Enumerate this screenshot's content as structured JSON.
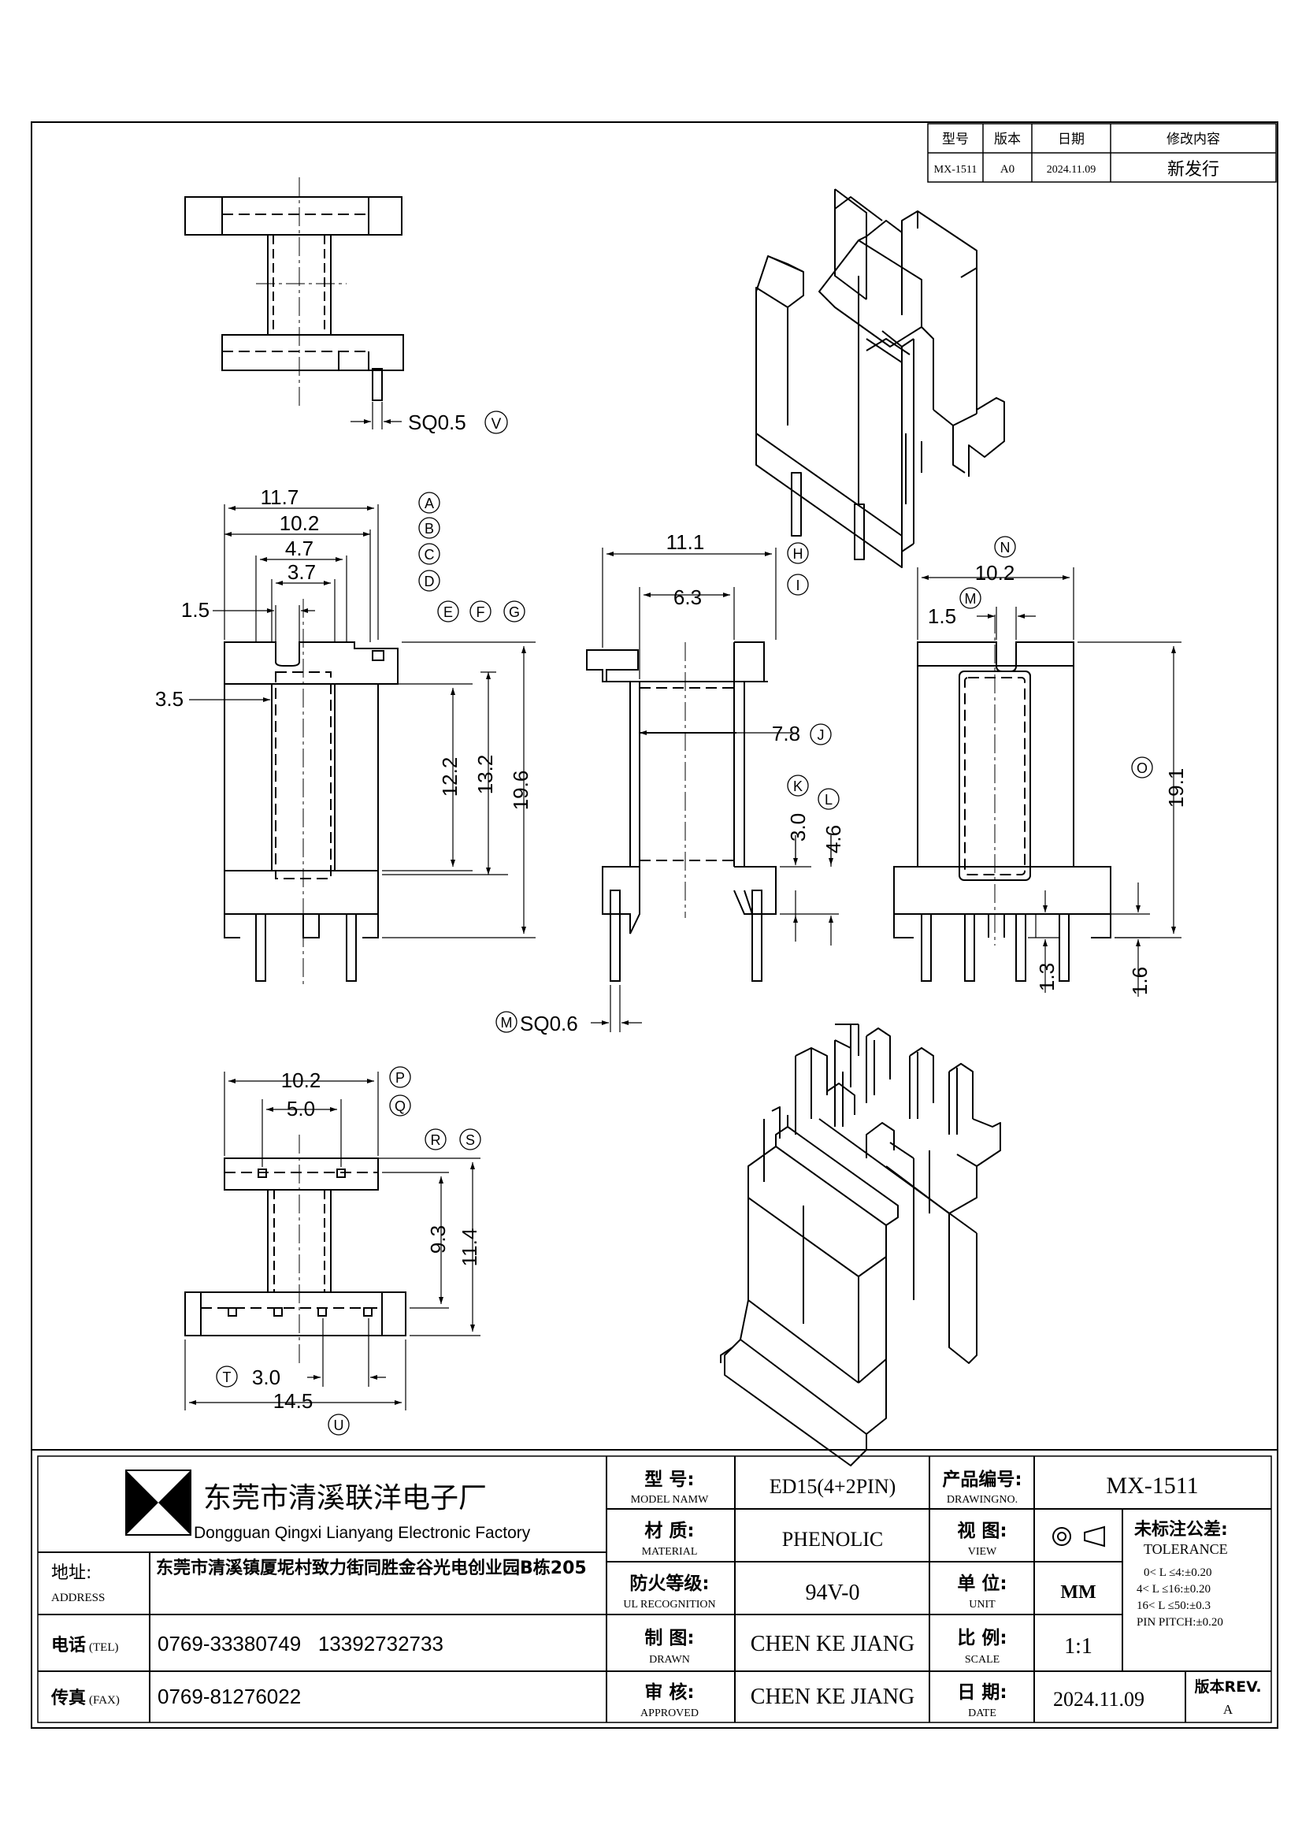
{
  "revision_table": {
    "headers": [
      "型号",
      "版本",
      "日期",
      "修改内容"
    ],
    "row": [
      "MX-1511",
      "A0",
      "2024.11.09",
      "新发行"
    ]
  },
  "top_view": {
    "pin_label": "SQ0.5",
    "pin_ref": "V"
  },
  "front_view": {
    "dims": [
      "11.7",
      "10.2",
      "4.7",
      "3.7",
      "1.5",
      "3.5",
      "12.2",
      "13.2",
      "19.6"
    ],
    "refs": [
      "A",
      "B",
      "C",
      "D",
      "E",
      "F",
      "G"
    ]
  },
  "side_view": {
    "dims": [
      "11.1",
      "6.3",
      "7.8",
      "3.0",
      "4.6"
    ],
    "refs": [
      "H",
      "I",
      "J",
      "K",
      "L"
    ],
    "pin_label": "SQ0.6",
    "pin_ref": "M"
  },
  "right_view": {
    "dims": [
      "10.2",
      "1.5",
      "19.1",
      "1.3",
      "1.6"
    ],
    "refs": [
      "N",
      "M",
      "O"
    ]
  },
  "bottom_view": {
    "dims": [
      "10.2",
      "5.0",
      "9.3",
      "11.4",
      "3.0",
      "14.5"
    ],
    "refs": [
      "P",
      "Q",
      "R",
      "S",
      "T",
      "U"
    ]
  },
  "title_block": {
    "company_cn": "东莞市清溪联洋电子厂",
    "company_en": "Dongguan Qingxi Lianyang Electronic Factory",
    "address_label_cn": "地址:",
    "address_label_en": "ADDRESS",
    "address": "东莞市清溪镇厦坭村致力街同胜金谷光电创业园B栋205",
    "tel_label_cn": "电话",
    "tel_label_en": "(TEL)",
    "tel": "0769-33380749   13392732733",
    "fax_label_cn": "传真",
    "fax_label_en": "(FAX)",
    "fax": "0769-81276022",
    "model_label_cn": "型 号:",
    "model_label_en": "MODEL NAMW",
    "model": "ED15(4+2PIN)",
    "material_label_cn": "材 质:",
    "material_label_en": "MATERIAL",
    "material": "PHENOLIC",
    "ul_label_cn": "防火等级:",
    "ul_label_en": "UL RECOGNITION",
    "ul": "94V-0",
    "drawn_label_cn": "制 图:",
    "drawn_label_en": "DRAWN",
    "drawn": "CHEN KE JIANG",
    "approved_label_cn": "审 核:",
    "approved_label_en": "APPROVED",
    "approved": "CHEN KE JIANG",
    "drawing_no_label_cn": "产品编号:",
    "drawing_no_label_en": "DRAWINGNO.",
    "drawing_no": "MX-1511",
    "view_label_cn": "视 图:",
    "view_label_en": "VIEW",
    "unit_label_cn": "单 位:",
    "unit_label_en": "UNIT",
    "unit": "MM",
    "scale_label_cn": "比 例:",
    "scale_label_en": "SCALE",
    "scale": "1:1",
    "date_label_cn": "日 期:",
    "date_label_en": "DATE",
    "date": "2024.11.09",
    "rev_label": "版本REV.",
    "rev": "A",
    "tolerance_title_cn": "未标注公差:",
    "tolerance_title_en": "TOLERANCE",
    "tolerance_lines": [
      "0< L ≤4:±0.20",
      "4< L ≤16:±0.20",
      "16< L ≤50:±0.3",
      "PIN PITCH:±0.20"
    ]
  }
}
